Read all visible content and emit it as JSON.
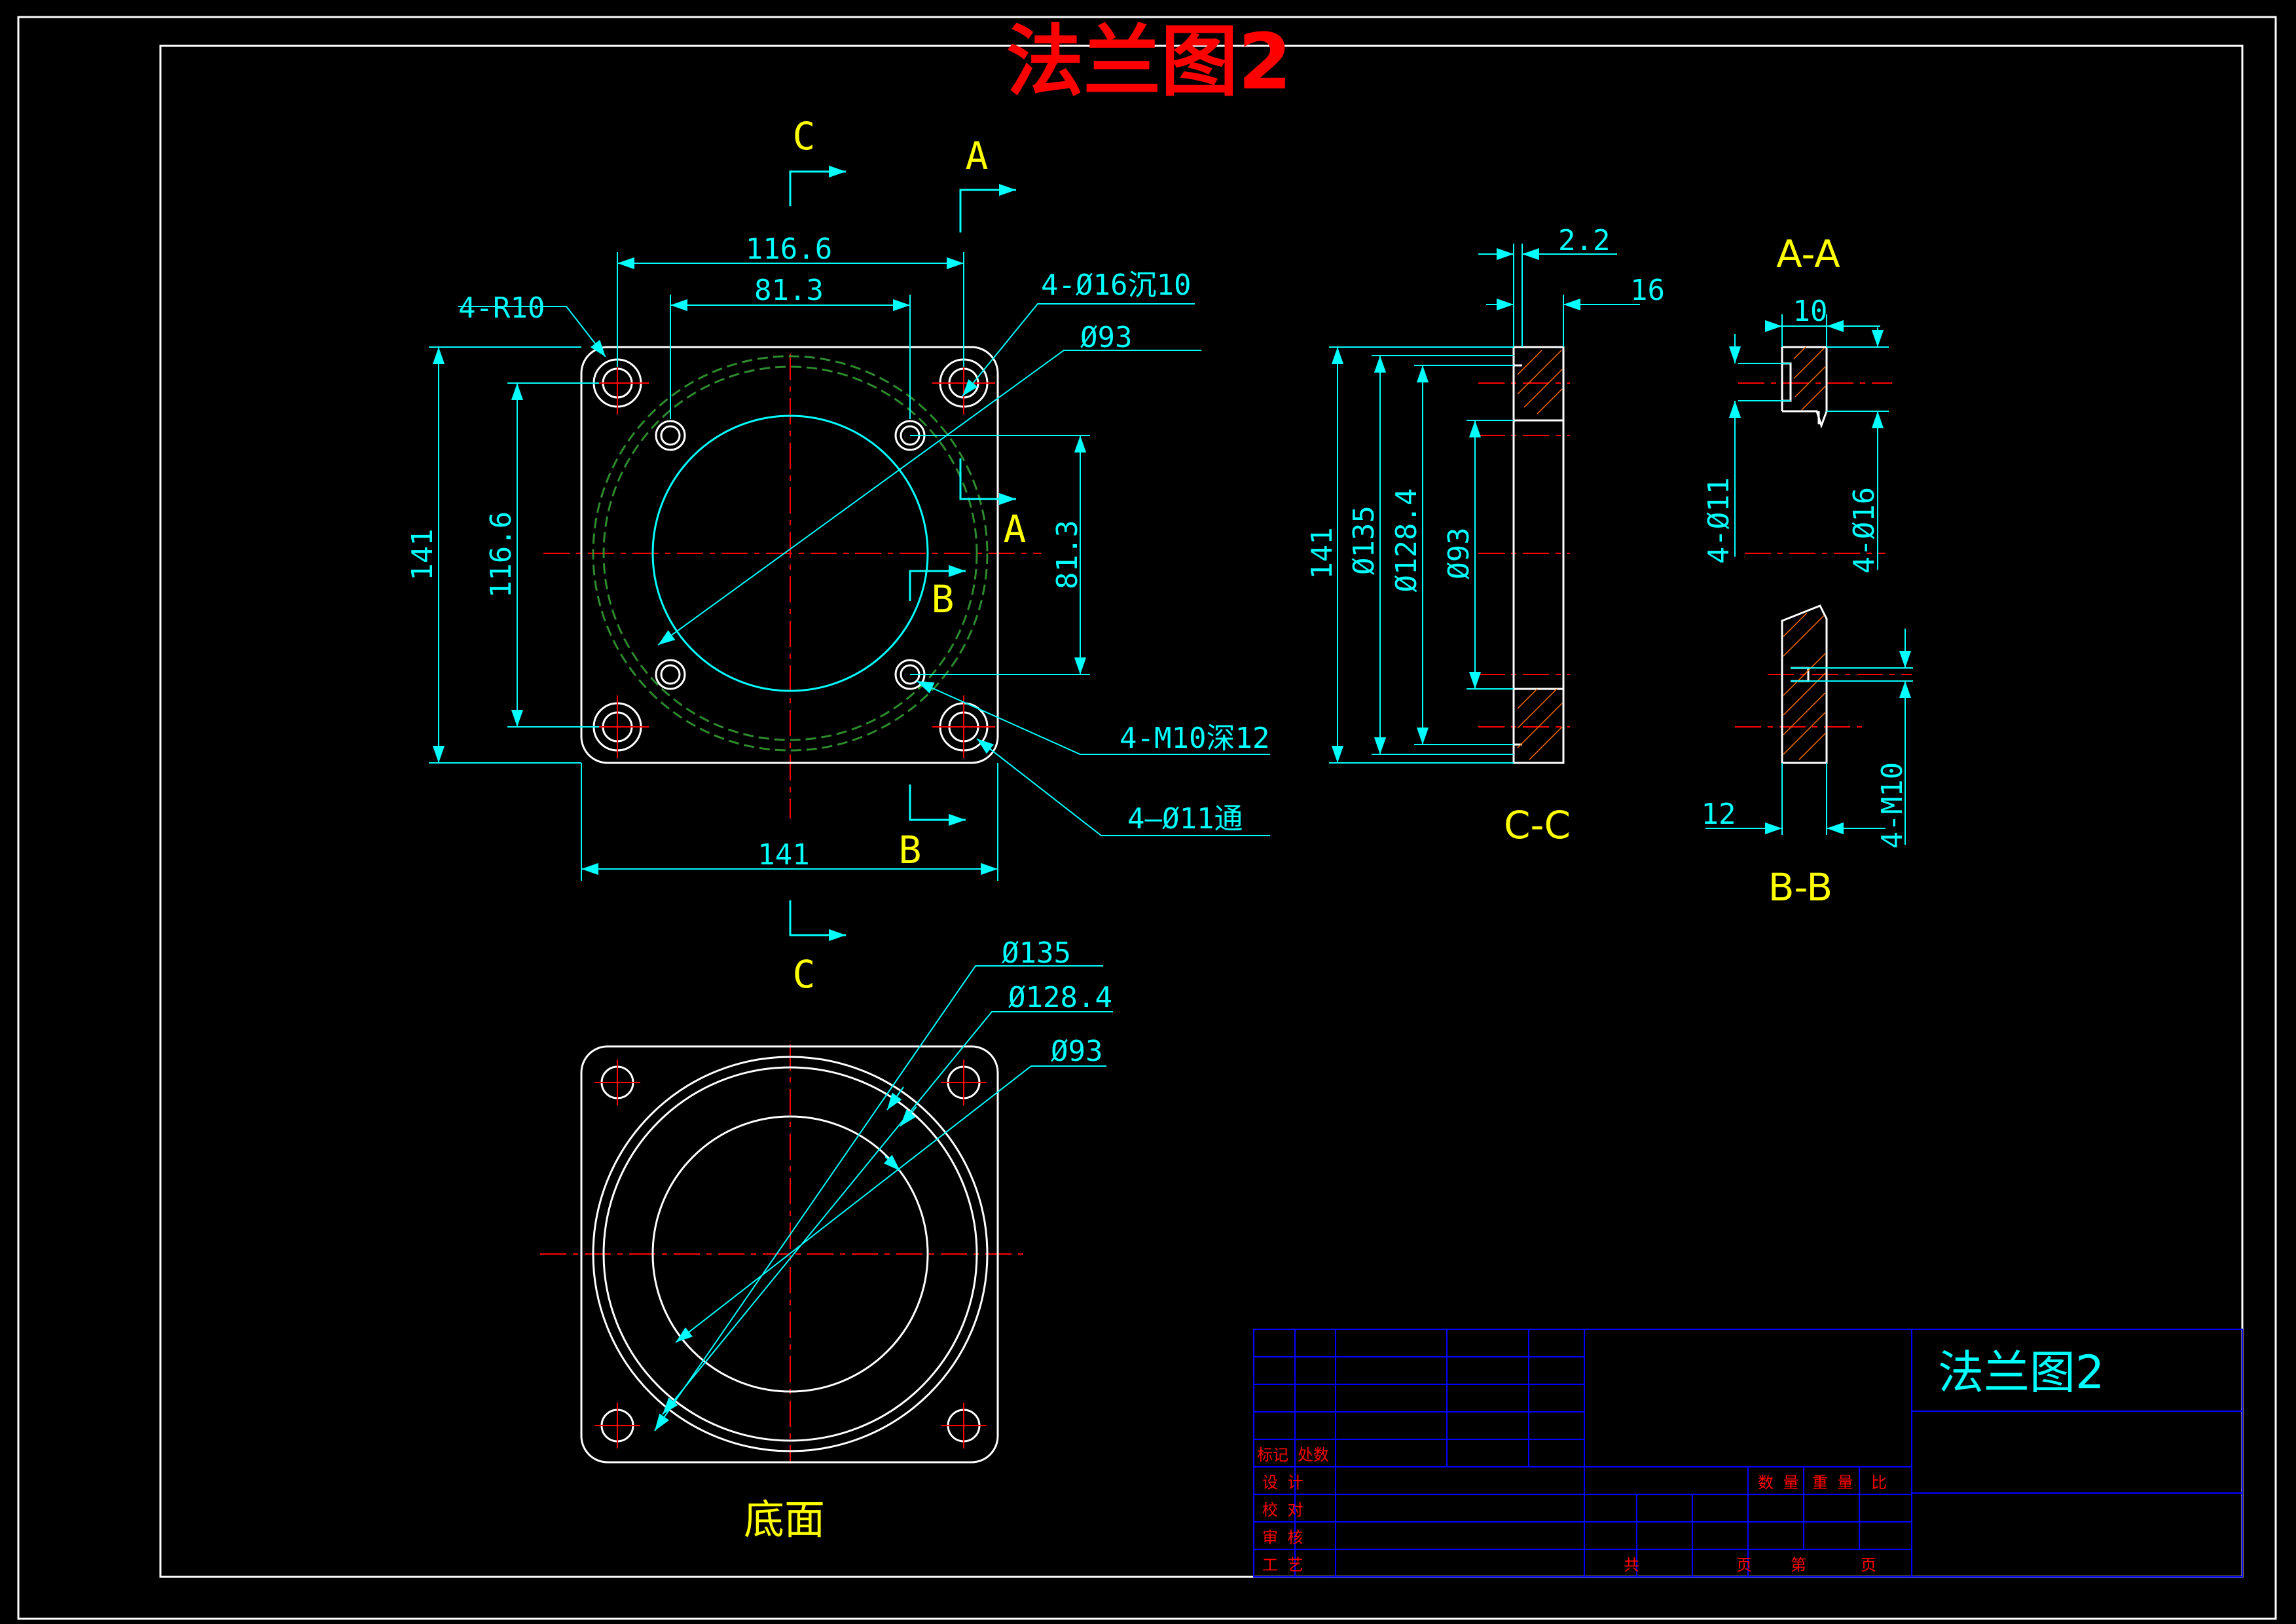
{
  "title": "法兰图2",
  "colors": {
    "background": "#000000",
    "outline": "#ffffff",
    "dimension": "#00ffff",
    "center_line": "#ff0000",
    "section_label": "#ffff00",
    "title": "#ff0000",
    "hidden_circle": "#2e8b2e",
    "title_block_line": "#0000ff",
    "title_block_text": "#ff0000"
  },
  "section_markers": {
    "c": "C",
    "a": "A",
    "b": "B"
  },
  "front_view": {
    "dims": {
      "top_outer": "116.6",
      "top_inner": "81.3",
      "corner_radius": "4-R10",
      "cbore": "4-Ø16沉10",
      "center_dia": "Ø93",
      "left_outer": "141",
      "left_inner": "116.6",
      "right_inner": "81.3",
      "tapped": "4-M10深12",
      "through": "4—Ø11通",
      "bottom": "141"
    }
  },
  "section_cc": {
    "label": "C-C",
    "dims": {
      "step": "2.2",
      "thickness": "16",
      "height": "141",
      "d135": "Ø135",
      "d128": "Ø128.4",
      "d93": "Ø93"
    }
  },
  "section_aa": {
    "label": "A-A",
    "dims": {
      "depth": "10",
      "d11": "4-Ø11",
      "d16": "4-Ø16"
    }
  },
  "section_bb": {
    "label": "B-B",
    "dims": {
      "depth": "12",
      "thread": "4-M10"
    }
  },
  "bottom_view": {
    "label": "底面",
    "dims": {
      "d135": "Ø135",
      "d128": "Ø128.4",
      "d93": "Ø93"
    }
  },
  "title_block": {
    "drawing_name": "法兰图2",
    "row_labels": [
      "标记",
      "处数",
      "设 计",
      "校 对",
      "审 核",
      "工 艺"
    ],
    "col_labels": [
      "数 量",
      "重 量",
      "比"
    ],
    "sheet_labels": [
      "共",
      "页",
      "第",
      "页"
    ]
  }
}
